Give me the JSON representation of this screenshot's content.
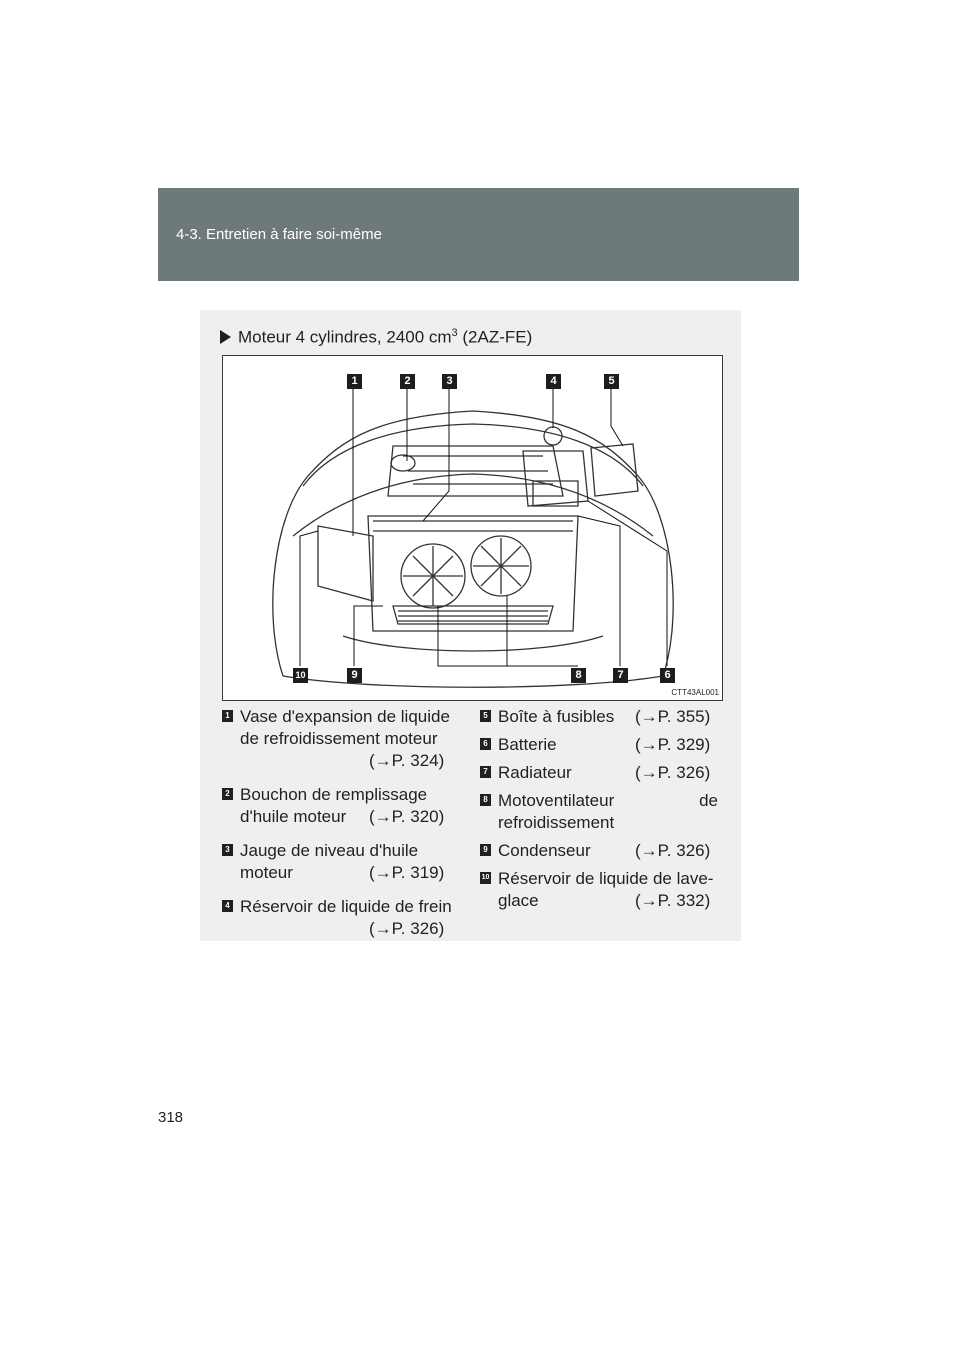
{
  "header": {
    "section_title": "4-3. Entretien à faire soi-même"
  },
  "panel": {
    "heading_text": "Moteur 4 cylindres, 2400 cm",
    "heading_sup": "3",
    "heading_suffix": " (2AZ-FE)",
    "figure_code": "CTT43AL001",
    "callouts": [
      "1",
      "2",
      "3",
      "4",
      "5",
      "6",
      "7",
      "8",
      "9",
      "10"
    ]
  },
  "legend": [
    {
      "num": "1",
      "line1": "Vase d'expansion de liquide",
      "line2": "de refroidissement moteur",
      "ref": "(→P. 324)"
    },
    {
      "num": "2",
      "line1": "Bouchon de remplissage",
      "line2": "d'huile moteur",
      "ref": "(→P. 320)"
    },
    {
      "num": "3",
      "line1": "Jauge de niveau d'huile",
      "line2": "moteur",
      "ref": "(→P. 319)"
    },
    {
      "num": "4",
      "line1": "Réservoir de liquide de frein",
      "line2": "",
      "ref": "(→P. 326)"
    },
    {
      "num": "5",
      "line1": "Boîte à fusibles",
      "line2": "",
      "ref": "(→P. 355)"
    },
    {
      "num": "6",
      "line1": "Batterie",
      "line2": "",
      "ref": "(→P. 329)"
    },
    {
      "num": "7",
      "line1": "Radiateur",
      "line2": "",
      "ref": "(→P. 326)"
    },
    {
      "num": "8",
      "line1": "Motoventilateur de",
      "line2": "refroidissement",
      "ref": ""
    },
    {
      "num": "9",
      "line1": "Condenseur",
      "line2": "",
      "ref": "(→P. 326)"
    },
    {
      "num": "10",
      "line1": "Réservoir de liquide de lave-",
      "line2": "glace",
      "ref": "(→P. 332)"
    }
  ],
  "page_number": "318"
}
